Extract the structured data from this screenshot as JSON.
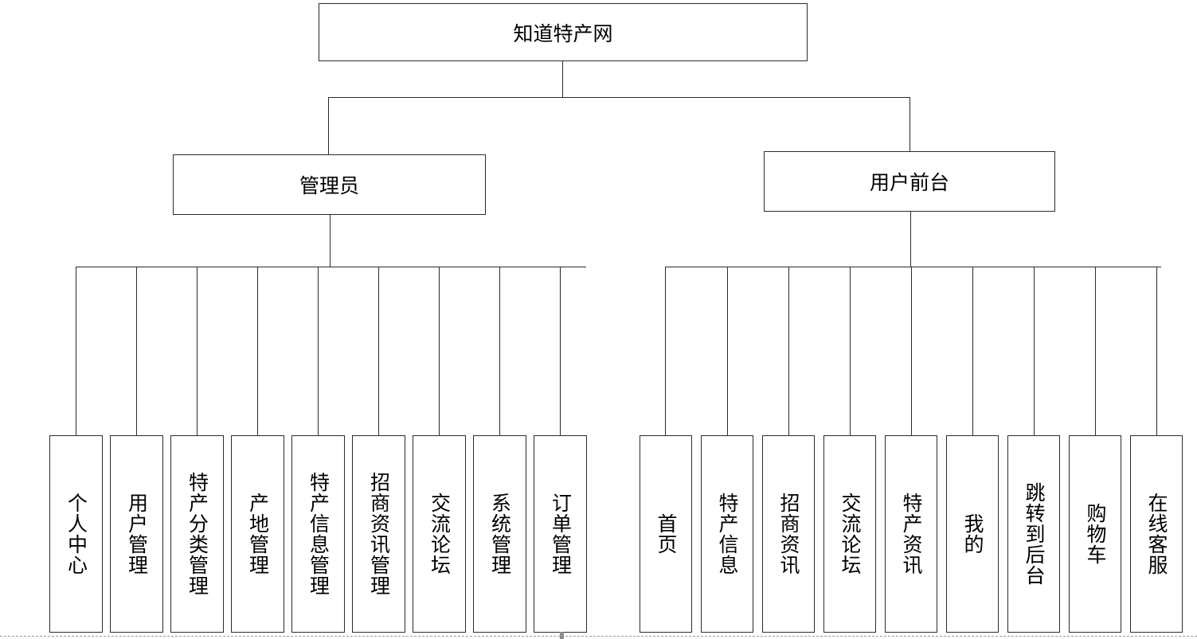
{
  "diagram": {
    "type": "tree",
    "title": "知道特产网",
    "root": {
      "label": "知道特产网"
    },
    "branches": [
      {
        "label": "管理员",
        "children": [
          {
            "label": "个人中心"
          },
          {
            "label": "用户管理"
          },
          {
            "label": "特产分类管理"
          },
          {
            "label": "产地管理"
          },
          {
            "label": "特产信息管理"
          },
          {
            "label": "招商资讯管理"
          },
          {
            "label": "交流论坛"
          },
          {
            "label": "系统管理"
          },
          {
            "label": "订单管理"
          }
        ]
      },
      {
        "label": "用户前台",
        "children": [
          {
            "label": "首页"
          },
          {
            "label": "特产信息"
          },
          {
            "label": "招商资讯"
          },
          {
            "label": "交流论坛"
          },
          {
            "label": "特产资讯"
          },
          {
            "label": "我的"
          },
          {
            "label": "跳转到后台"
          },
          {
            "label": "购物车"
          },
          {
            "label": "在线客服"
          }
        ]
      }
    ],
    "colors": {
      "stroke": "#2b2b2b",
      "fill": "#ffffff",
      "text": "#000000",
      "page_edge": "#9a9a9a"
    }
  }
}
